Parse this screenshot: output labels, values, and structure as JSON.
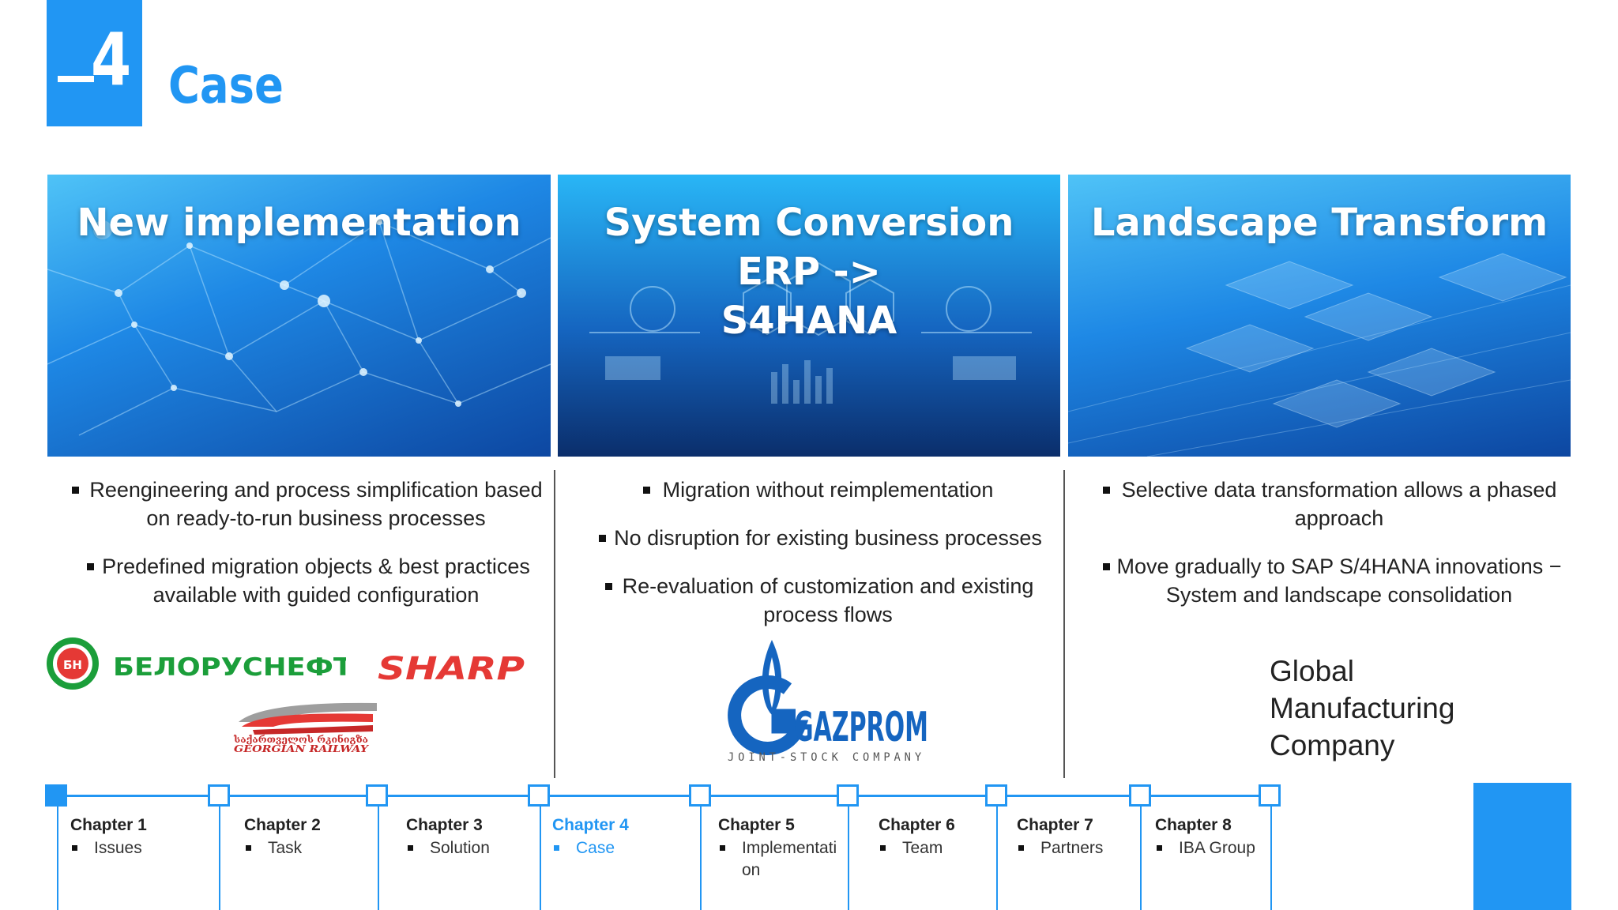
{
  "section": {
    "number": "4",
    "title": "Case"
  },
  "colors": {
    "accent": "#2196f3"
  },
  "panels": [
    {
      "title_lines": [
        "New implementation"
      ],
      "bullets": [
        "Reengineering and process simplification based on ready-to-run business processes",
        "Predefined migration objects & best practices available with guided configuration"
      ],
      "logos": [
        "БЕЛОРУСНЕФТЬ",
        "SHARP",
        "საქართველოს რკინიგზა",
        "GEORGIAN RAILWAY"
      ]
    },
    {
      "title_lines": [
        "System Conversion ERP ->",
        "S4HANA"
      ],
      "bullets": [
        "Migration without reimplementation",
        "No disruption for existing business processes",
        "Re-evaluation of customization and existing process flows"
      ],
      "logos": [
        "GAZPROM",
        "JOINT-STOCK COMPANY"
      ]
    },
    {
      "title_lines": [
        "Landscape Transform"
      ],
      "bullets": [
        "Selective data transformation allows a phased approach",
        "Move gradually to SAP S/4HANA innovations − System and landscape consolidation"
      ],
      "company_lines": [
        "Global",
        "Manufacturing",
        "Company"
      ]
    }
  ],
  "timeline": {
    "chapters": [
      {
        "title": "Chapter 1",
        "item_lines": [
          "Issues"
        ]
      },
      {
        "title": "Chapter 2",
        "item_lines": [
          "Task"
        ]
      },
      {
        "title": "Chapter 3",
        "item_lines": [
          "Solution"
        ]
      },
      {
        "title": "Chapter 4",
        "item_lines": [
          "Case"
        ],
        "active": true
      },
      {
        "title": "Chapter 5",
        "item_lines": [
          "Implementati",
          "on"
        ]
      },
      {
        "title": "Chapter 6",
        "item_lines": [
          "Team"
        ]
      },
      {
        "title": "Chapter 7",
        "item_lines": [
          "Partners"
        ]
      },
      {
        "title": "Chapter 8",
        "item_lines": [
          "IBA Group"
        ]
      }
    ]
  }
}
